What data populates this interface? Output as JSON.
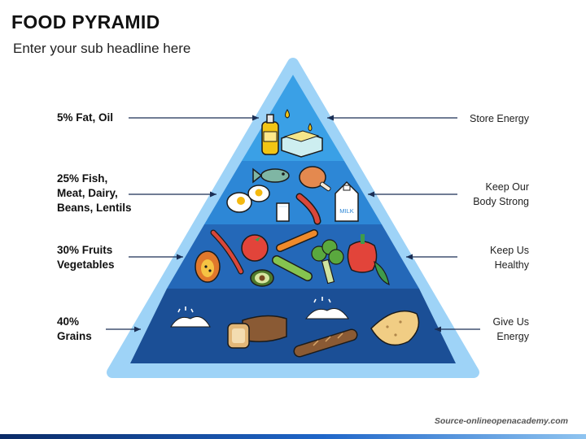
{
  "title": "FOOD PYRAMID",
  "subtitle": "Enter your sub headline here",
  "levels": [
    {
      "left_label": [
        "5% Fat, Oil"
      ],
      "right_label": [
        "Store Energy"
      ]
    },
    {
      "left_label": [
        "25% Fish,",
        "Meat, Dairy,",
        "Beans, Lentils"
      ],
      "right_label": [
        "Keep Our",
        "Body Strong"
      ]
    },
    {
      "left_label": [
        "30% Fruits",
        "Vegetables"
      ],
      "right_label": [
        "Keep Us",
        "Healthy"
      ]
    },
    {
      "left_label": [
        "40%",
        "Grains"
      ],
      "right_label": [
        "Give Us",
        "Energy"
      ]
    }
  ],
  "milk_text": "MILK",
  "source": "Source-onlineopenacademy.com",
  "colors": {
    "tier_top": "#3aa0e6",
    "tier_second": "#2d87d6",
    "tier_third": "#2468b8",
    "tier_bottom": "#1b4f96",
    "outline": "#9ed3f7"
  }
}
